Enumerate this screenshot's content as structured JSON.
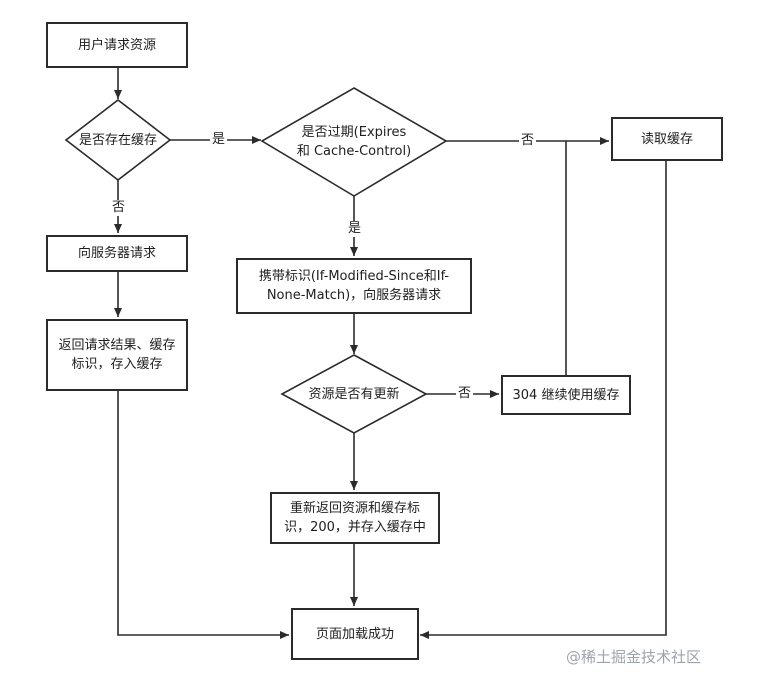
{
  "nodes": {
    "user_request": "用户请求资源",
    "cache_exists": "是否存在缓存",
    "expired_check": "是否过期(Expires 和 Cache-Control)",
    "read_cache": "读取缓存",
    "request_server": "向服务器请求",
    "return_result": "返回请求结果、缓存标识，存入缓存",
    "conditional_request": "携带标识(If-Modified-Since和If-None-Match)，向服务器请求",
    "resource_updated": "资源是否有更新",
    "use_cache_304": "304 继续使用缓存",
    "return_new": "重新返回资源和缓存标识，200，并存入缓存中",
    "page_loaded": "页面加载成功"
  },
  "labels": {
    "yes": "是",
    "no": "否"
  },
  "watermark": "@稀土掘金技术社区",
  "colors": {
    "stroke": "#2b2b2b",
    "text": "#1e1e1e",
    "watermark": "#9ea4ad"
  }
}
